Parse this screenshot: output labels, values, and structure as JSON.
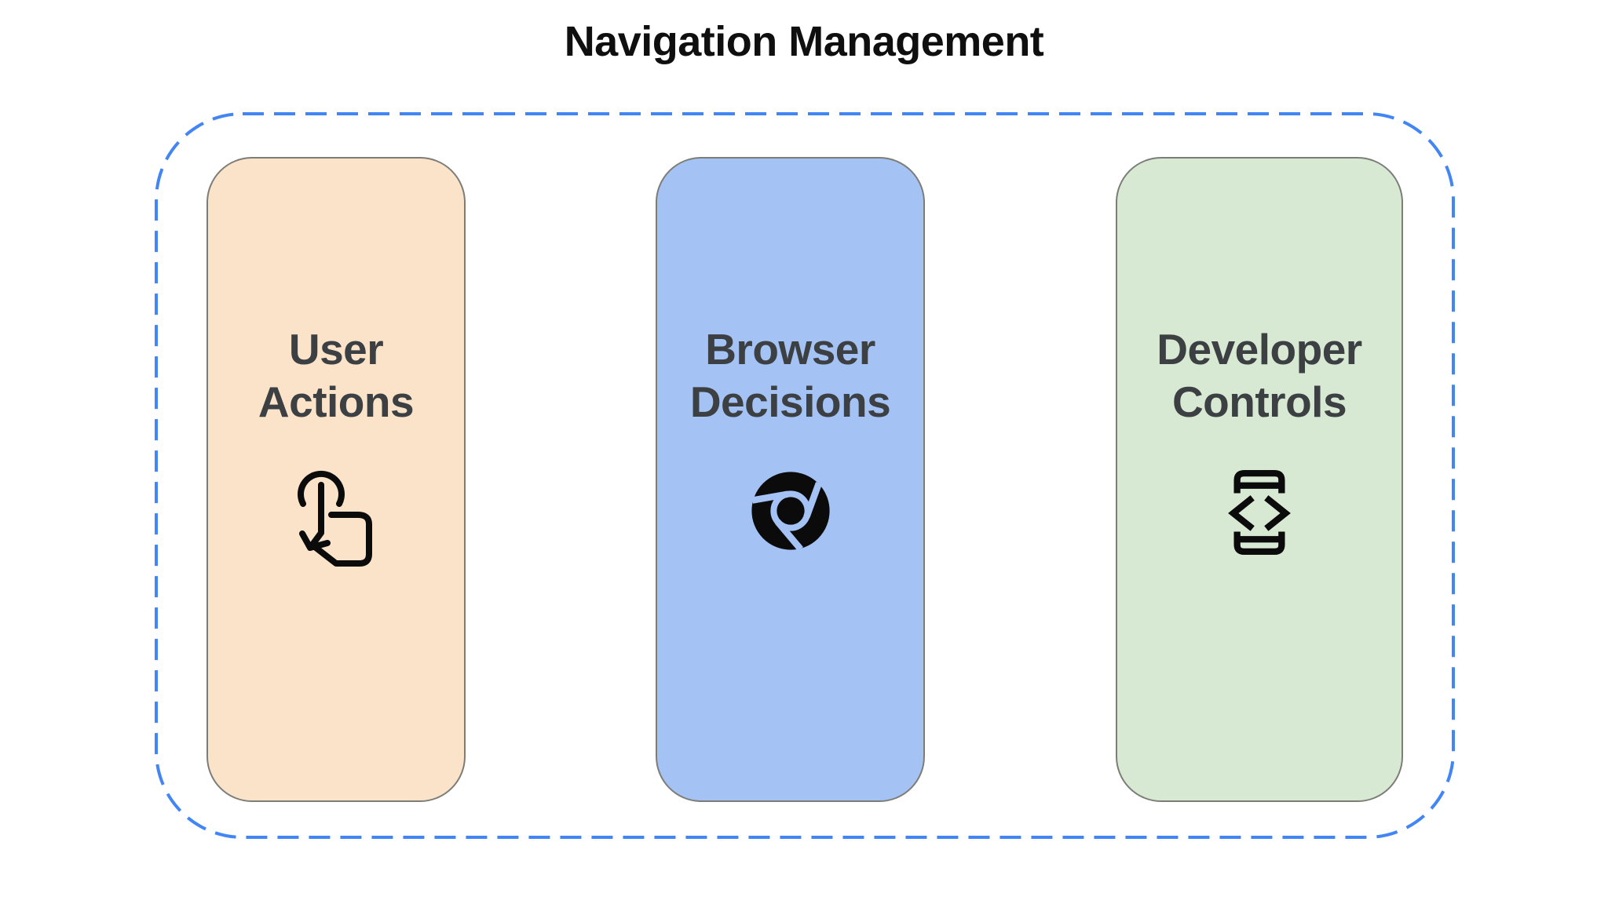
{
  "page_title": "Navigation Management",
  "colors": {
    "container_border": "#4285F4",
    "card_border": "#7d7d78",
    "card_text": "#3C4043",
    "icon": "#0b0b0b",
    "card_user_actions_bg": "#FBE3CA",
    "card_browser_decisions_bg": "#A4C2F4",
    "card_developer_controls_bg": "#D7E9D3"
  },
  "cards": [
    {
      "label": "User Actions",
      "icon": "touch-gesture-icon"
    },
    {
      "label": "Browser Decisions",
      "icon": "chrome-browser-icon"
    },
    {
      "label": "Developer Controls",
      "icon": "developer-mode-icon"
    }
  ]
}
